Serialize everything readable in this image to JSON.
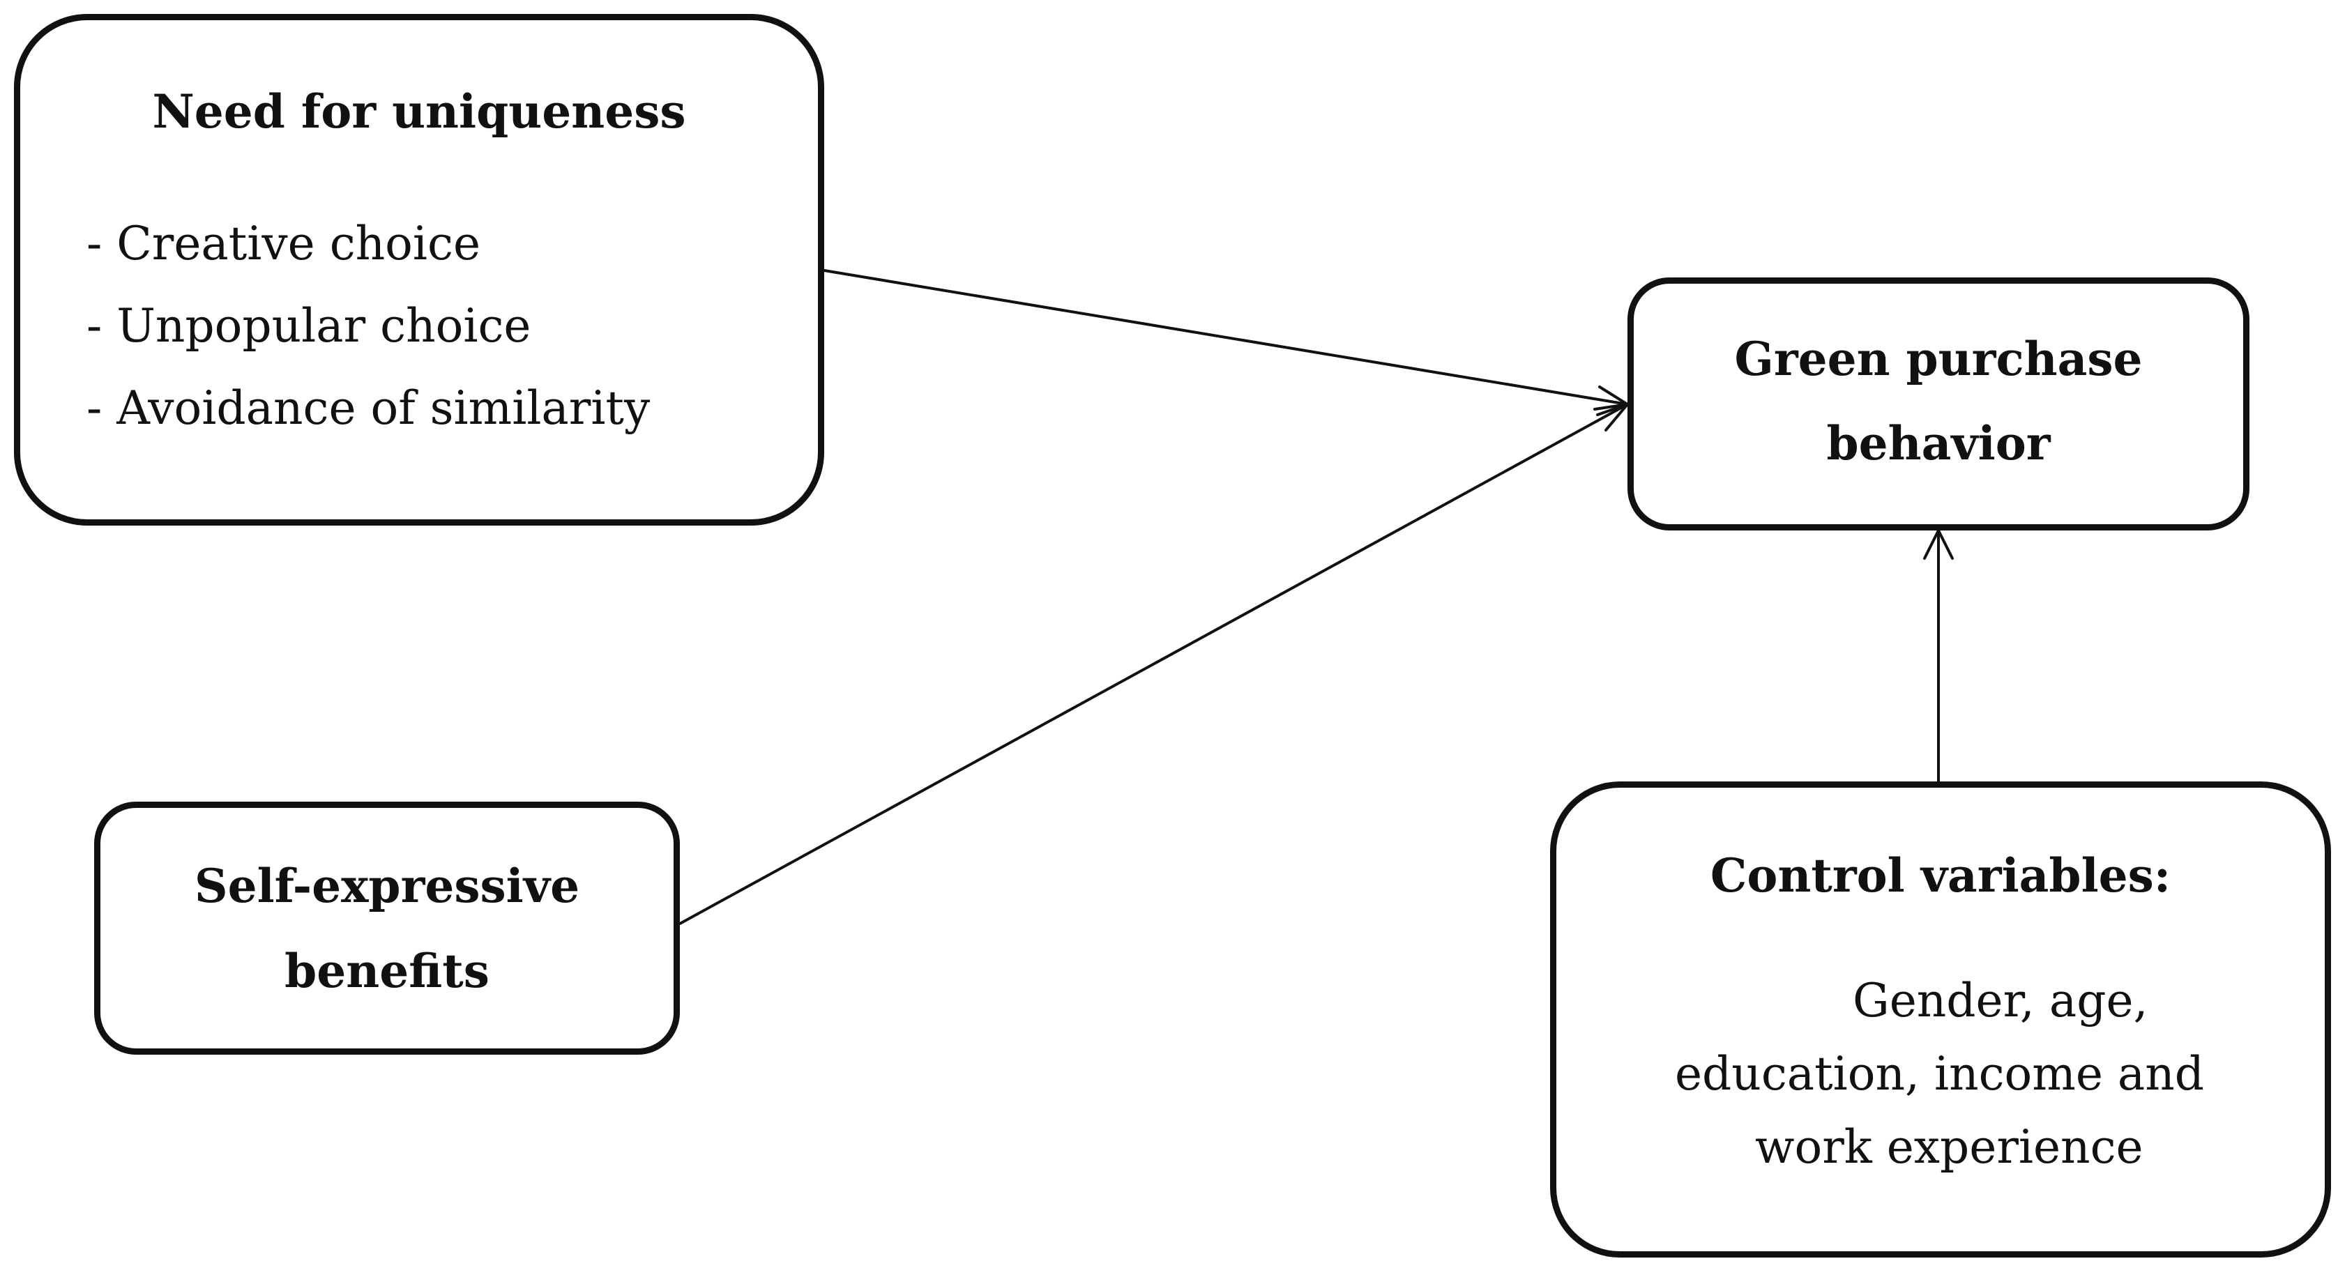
{
  "nodes": {
    "need_for_uniqueness": {
      "title": "Need for uniqueness",
      "items": [
        "- Creative choice",
        "- Unpopular choice",
        "- Avoidance of similarity"
      ]
    },
    "green_purchase_behavior": {
      "title_line_1": "Green purchase",
      "title_line_2": "behavior"
    },
    "self_expressive_benefits": {
      "title_line_1": "Self-expressive",
      "title_line_2": "benefits"
    },
    "control_variables": {
      "title": "Control variables:",
      "lines": [
        "Gender, age,",
        "education, income and",
        "work experience"
      ]
    }
  },
  "edges": [
    {
      "from": "Need for uniqueness",
      "to": "Green purchase behavior"
    },
    {
      "from": "Self-expressive benefits",
      "to": "Green purchase behavior"
    },
    {
      "from": "Control variables",
      "to": "Green purchase behavior"
    }
  ],
  "colors": {
    "stroke": "#111111",
    "background": "#ffffff"
  }
}
